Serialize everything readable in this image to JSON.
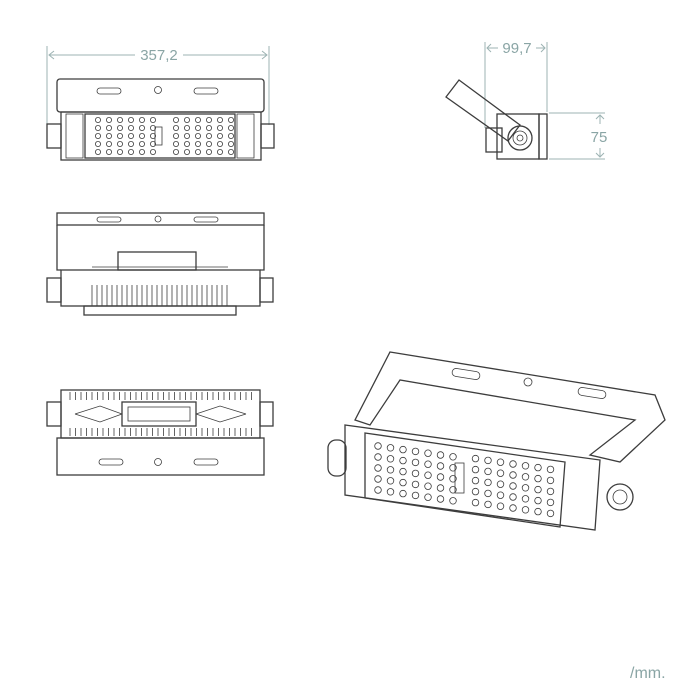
{
  "drawing": {
    "dimensions": {
      "width": "357,2",
      "depth": "99,7",
      "height": "75"
    },
    "unit_label": "/mm.",
    "colors": {
      "line": "#3d3d3d",
      "dimension": "#8aa5a5"
    }
  }
}
